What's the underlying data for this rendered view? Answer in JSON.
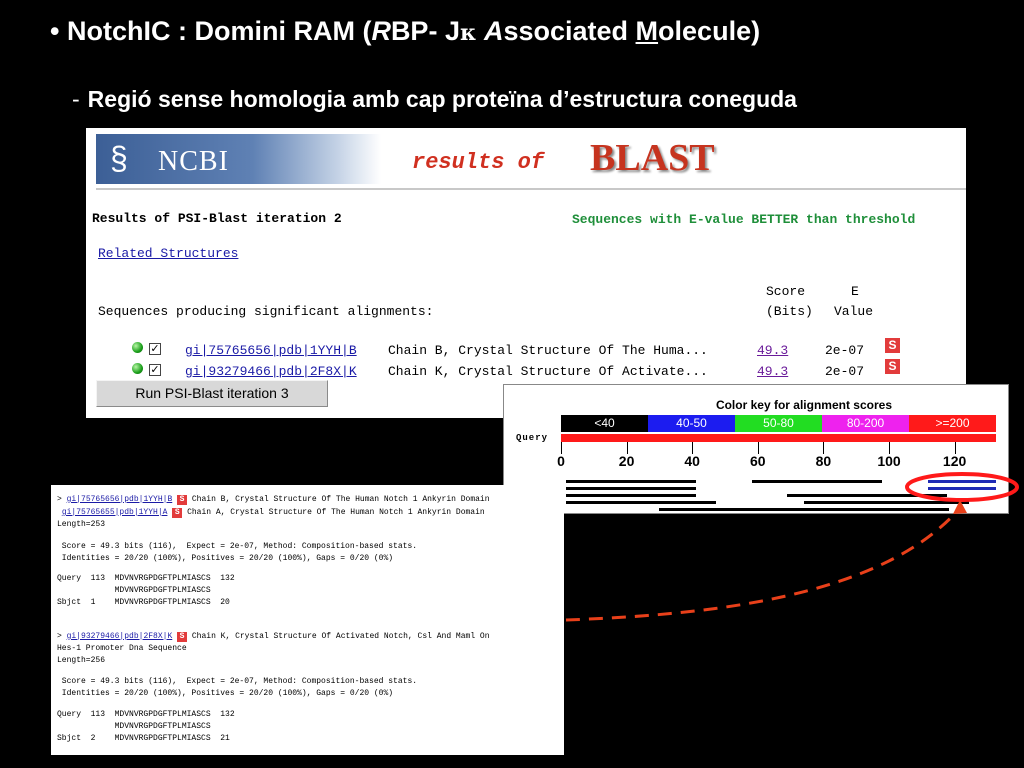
{
  "slide": {
    "title_bullet": "•",
    "title_prefix": "NotchIC : Domini RAM (",
    "title_R": "R",
    "title_BP": "BP- J",
    "title_kappa": "κ",
    "title_A": "A",
    "title_ssociated": "ssociated ",
    "title_M": "M",
    "title_olecule": "olecule)",
    "subtitle_dash": "-",
    "subtitle": "Regió sense homologia amb cap proteïna d’estructura coneguda"
  },
  "blast": {
    "ncbi_logo_glyph": "§",
    "ncbi": "NCBI",
    "results_of": "results of",
    "blast_word": "BLAST",
    "iteration_heading": "Results of PSI-Blast iteration 2",
    "threshold_note": "Sequences with E-value BETTER than threshold",
    "related_structures": "Related Structures",
    "score_header": "Score",
    "e_header": "E",
    "bits_header": "(Bits)",
    "value_header": "Value",
    "producing": "Sequences producing significant alignments:",
    "rows": [
      {
        "id": "gi|75765656|pdb|1YYH|B",
        "desc": "Chain B, Crystal Structure Of The Huma...",
        "score": "49.3",
        "evalue": "2e-07",
        "s": "S"
      },
      {
        "id": "gi|93279466|pdb|2F8X|K",
        "desc": "Chain K, Crystal Structure Of Activate...",
        "score": "49.3",
        "evalue": "2e-07",
        "s": "S"
      }
    ],
    "run_button": "Run PSI-Blast iteration 3",
    "check_glyph": "✓"
  },
  "color_key": {
    "title": "Color key for alignment scores",
    "cells": [
      {
        "label": "<40",
        "color": "#000000"
      },
      {
        "label": "40-50",
        "color": "#1c1cf0"
      },
      {
        "label": "50-80",
        "color": "#22dd22"
      },
      {
        "label": "80-200",
        "color": "#ee22ee"
      },
      {
        "label": ">=200",
        "color": "#ff1a1a"
      }
    ],
    "query_label": "Query",
    "ticks": [
      "0",
      "20",
      "40",
      "60",
      "80",
      "100",
      "120"
    ]
  },
  "alignments": {
    "a1_gt": ">",
    "a1_id": "gi|75765656|pdb|1YYH|B",
    "a1_desc": "Chain B, Crystal Structure Of The Human Notch 1 Ankyrin Domain",
    "a1b_id": "gi|75765655|pdb|1YYH|A",
    "a1b_desc": "Chain A, Crystal Structure Of The Human Notch 1 Ankyrin Domain",
    "a1_length": "Length=253",
    "a1_score": " Score = 49.3 bits (116),  Expect = 2e-07, Method: Composition-based stats.",
    "a1_ident": " Identities = 20/20 (100%), Positives = 20/20 (100%), Gaps = 0/20 (0%)",
    "a1_q": "Query  113  MDVNVRGPDGFTPLMIASCS  132",
    "a1_m": "            MDVNVRGPDGFTPLMIASCS",
    "a1_s": "Sbjct  1    MDVNVRGPDGFTPLMIASCS  20",
    "a2_gt": ">",
    "a2_id": "gi|93279466|pdb|2F8X|K",
    "a2_desc": "Chain K, Crystal Structure Of Activated Notch, Csl And Maml On",
    "a2_desc2": "Hes-1 Promoter Dna Sequence",
    "a2_length": "Length=256",
    "a2_score": " Score = 49.3 bits (116),  Expect = 2e-07, Method: Composition-based stats.",
    "a2_ident": " Identities = 20/20 (100%), Positives = 20/20 (100%), Gaps = 0/20 (0%)",
    "a2_q": "Query  113  MDVNVRGPDGFTPLMIASCS  132",
    "a2_m": "            MDVNVRGPDGFTPLMIASCS",
    "a2_s": "Sbjct  2    MDVNVRGPDGFTPLMIASCS  21",
    "s_glyph": "S"
  }
}
